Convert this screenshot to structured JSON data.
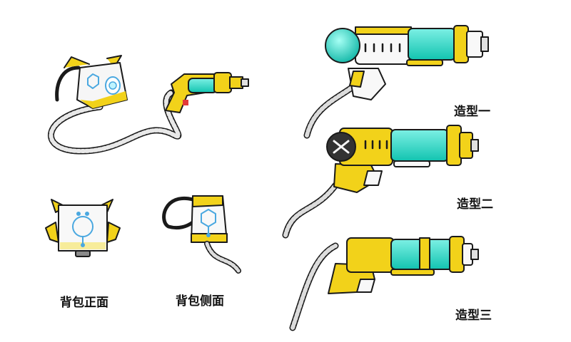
{
  "captions": {
    "backpack_front": "背包正面",
    "backpack_side": "背包侧面",
    "style_1": "造型一",
    "style_2": "造型二",
    "style_3": "造型三"
  },
  "colors": {
    "yellow": "#f2d21a",
    "cyan": "#20d6c4",
    "hex_blue": "#4aa8e0",
    "outline": "#1a1a1a",
    "grey": "#cfcfcf"
  }
}
